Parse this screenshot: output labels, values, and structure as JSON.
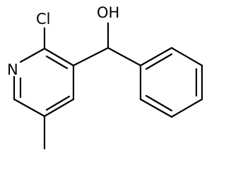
{
  "structure": {
    "atoms": {
      "chlorine": "Cl",
      "nitrogen": "N",
      "hydroxyl": "OH"
    },
    "colors": {
      "bond": "#000000",
      "label": "#000000",
      "background": "#ffffff"
    }
  }
}
